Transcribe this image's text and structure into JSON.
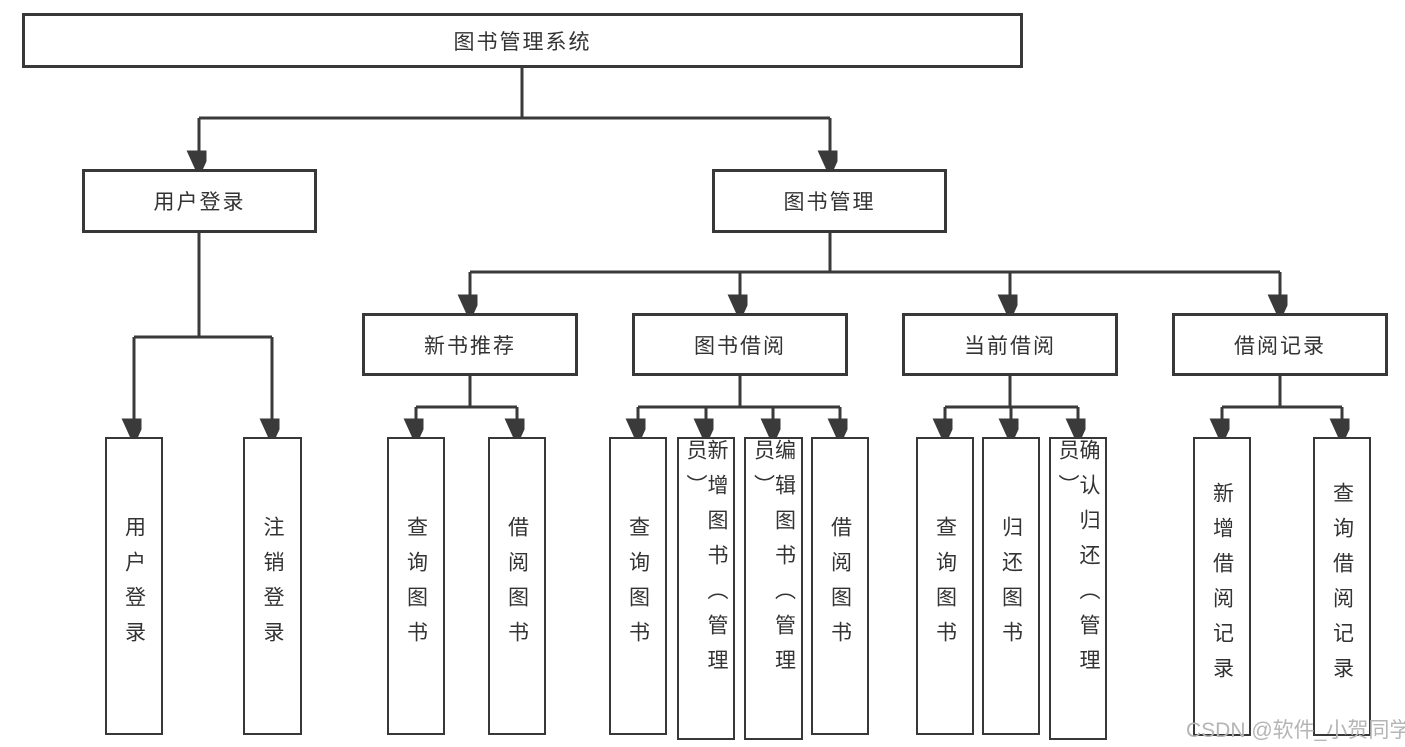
{
  "diagram_title": "图书管理系统",
  "tree": {
    "label": "图书管理系统",
    "children": [
      {
        "label": "用户登录",
        "children": [
          {
            "label": "用户登录"
          },
          {
            "label": "注销登录"
          }
        ]
      },
      {
        "label": "图书管理",
        "children": [
          {
            "label": "新书推荐",
            "children": [
              {
                "label": "查询图书"
              },
              {
                "label": "借阅图书"
              }
            ]
          },
          {
            "label": "图书借阅",
            "children": [
              {
                "label": "查询图书"
              },
              {
                "label": "新增图书（管理员）"
              },
              {
                "label": "编辑图书（管理员）"
              },
              {
                "label": "借阅图书"
              }
            ]
          },
          {
            "label": "当前借阅",
            "children": [
              {
                "label": "查询图书"
              },
              {
                "label": "归还图书"
              },
              {
                "label": "确认归还（管理员）"
              }
            ]
          },
          {
            "label": "借阅记录",
            "children": [
              {
                "label": "新增借阅记录"
              },
              {
                "label": "查询借阅记录"
              }
            ]
          }
        ]
      }
    ]
  },
  "watermark": {
    "text": "CSDN @软件_小贺同学"
  },
  "colors": {
    "line": "#3a3a3a",
    "box_border": "#383838",
    "box_fill": "#ffffff",
    "text": "#333333",
    "watermark": "#b5b5b5",
    "background": "#ffffff"
  }
}
